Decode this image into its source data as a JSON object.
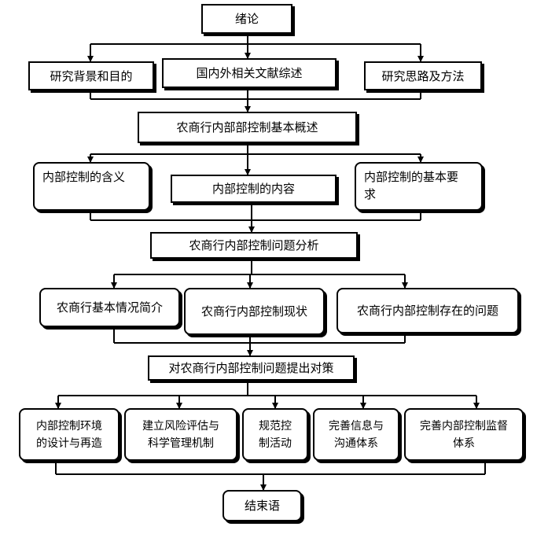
{
  "nodes": {
    "intro": "绪论",
    "background": "研究背景和目的",
    "review": "国内外相关文献综述",
    "method": "研究思路及方法",
    "overview": "农商行内部部控制基本概述",
    "meaning": "内部控制的含义",
    "content": "内部控制的内容",
    "requirement_l1": "内部控制的基本要",
    "requirement_l2": "求",
    "analysis": "农商行内部控制问题分析",
    "basic_info": "农商行基本情况简介",
    "status": "农商行内部控制现状",
    "problems": "农商行内部控制存在的问题",
    "countermeasure": "对农商行内部控制问题提出对策",
    "env_l1": "内部控制环境",
    "env_l2": "的设计与再造",
    "risk_l1": "建立风险评估与",
    "risk_l2": "科学管理机制",
    "activity_l1": "规范控",
    "activity_l2": "制活动",
    "info_l1": "完善信息与",
    "info_l2": "沟通体系",
    "supervise_l1": "完善内部控制监督",
    "supervise_l2": "体系",
    "conclusion": "结束语"
  }
}
